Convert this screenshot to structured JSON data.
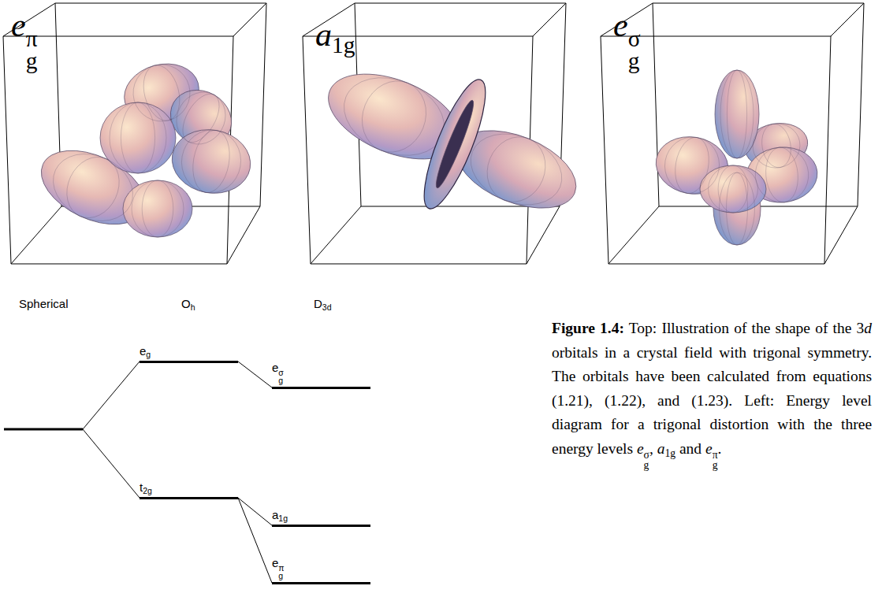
{
  "diagram": {
    "caption": "Figure 1.4: Top: Illustration of the shape of the 3d orbitals in a crystal field with trigonal symmetry. The orbitals have been calculated from equations (1.21), (1.22), and (1.23). Left: Energy level diagram for a trigonal distortion with the three energy levels egσ, a1g and egπ.",
    "nodes": [
      {
        "text": [
          "eg"
        ]
      },
      {
        "text": [
          "t2g"
        ]
      },
      {
        "text": [
          "egσ"
        ]
      },
      {
        "text": [
          "a1g"
        ]
      },
      {
        "text": [
          "egπ"
        ]
      }
    ],
    "edges": [
      {
        "from": 0,
        "to": 2,
        "arrow": "none"
      },
      {
        "from": 1,
        "to": 3,
        "arrow": "none"
      },
      {
        "from": 1,
        "to": 4,
        "arrow": "none"
      }
    ],
    "labels": [
      "egπ",
      "a1g",
      "egσ",
      "Spherical",
      "Oh",
      "D3d"
    ]
  }
}
